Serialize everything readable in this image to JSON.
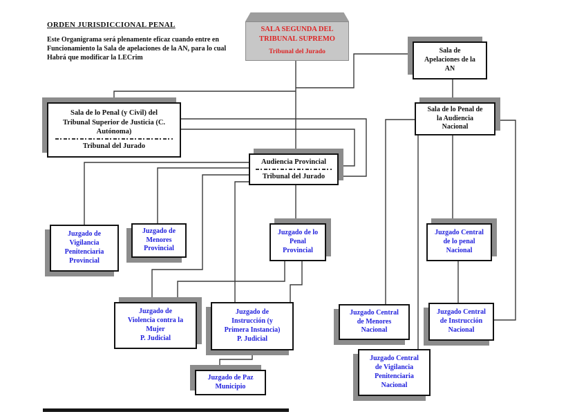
{
  "note": {
    "title": "ORDEN JURISDICCIONAL PENAL",
    "body": "Este Organigrama será plenamente eficaz cuando entre en\nFuncionamiento la Sala de apelaciones de  la AN, para lo cual\nHabrá que modificar la LECrim"
  },
  "nodes": {
    "supremo": {
      "title": "SALA SEGUNDA DEL\nTRIBUNAL SUPREMO",
      "sub": "Tribunal del Jurado"
    },
    "apelaciones": {
      "title": "Sala de\nApelaciones de la\nAN"
    },
    "tsj": {
      "title": "Sala de lo Penal (y Civil) del\nTribunal Superior de Justicia (C.\nAutónoma)",
      "sub": "Tribunal del Jurado"
    },
    "sala_an": {
      "title": "Sala de lo Penal  de\nla Audiencia\nNacional"
    },
    "audiencia": {
      "title": "Audiencia Provincial",
      "sub": "Tribunal del Jurado"
    },
    "vigilancia": {
      "title": "Juzgado de\nVigilancia\nPenitenciaria\nProvincial"
    },
    "menores": {
      "title": "Juzgado de\nMenores\nProvincial"
    },
    "penal_prov": {
      "title": "Juzgado de lo\nPenal\nProvincial"
    },
    "central_penal": {
      "title": "Juzgado Central\nde lo penal\nNacional"
    },
    "violencia": {
      "title": "Juzgado de\nViolencia contra la\nMujer\nP. Judicial"
    },
    "instruccion": {
      "title": "Juzgado de\nInstrucción (y\nPrimera Instancia)\nP. Judicial"
    },
    "central_menores": {
      "title": "Juzgado Central\nde Menores\nNacional"
    },
    "central_instruccion": {
      "title": "Juzgado Central\nde Instrucción\nNacional"
    },
    "central_vigilancia": {
      "title": "Juzgado Central\nde Vigilancia\nPenitenciaria\nNacional"
    },
    "paz": {
      "title": "Juzgado de Paz\nMunicipio"
    }
  },
  "colors": {
    "accent_red": "#dd2626",
    "accent_blue": "#2222dd",
    "title_box_fill": "#c7c7c7",
    "shadow_gray": "#8c8c8c"
  }
}
